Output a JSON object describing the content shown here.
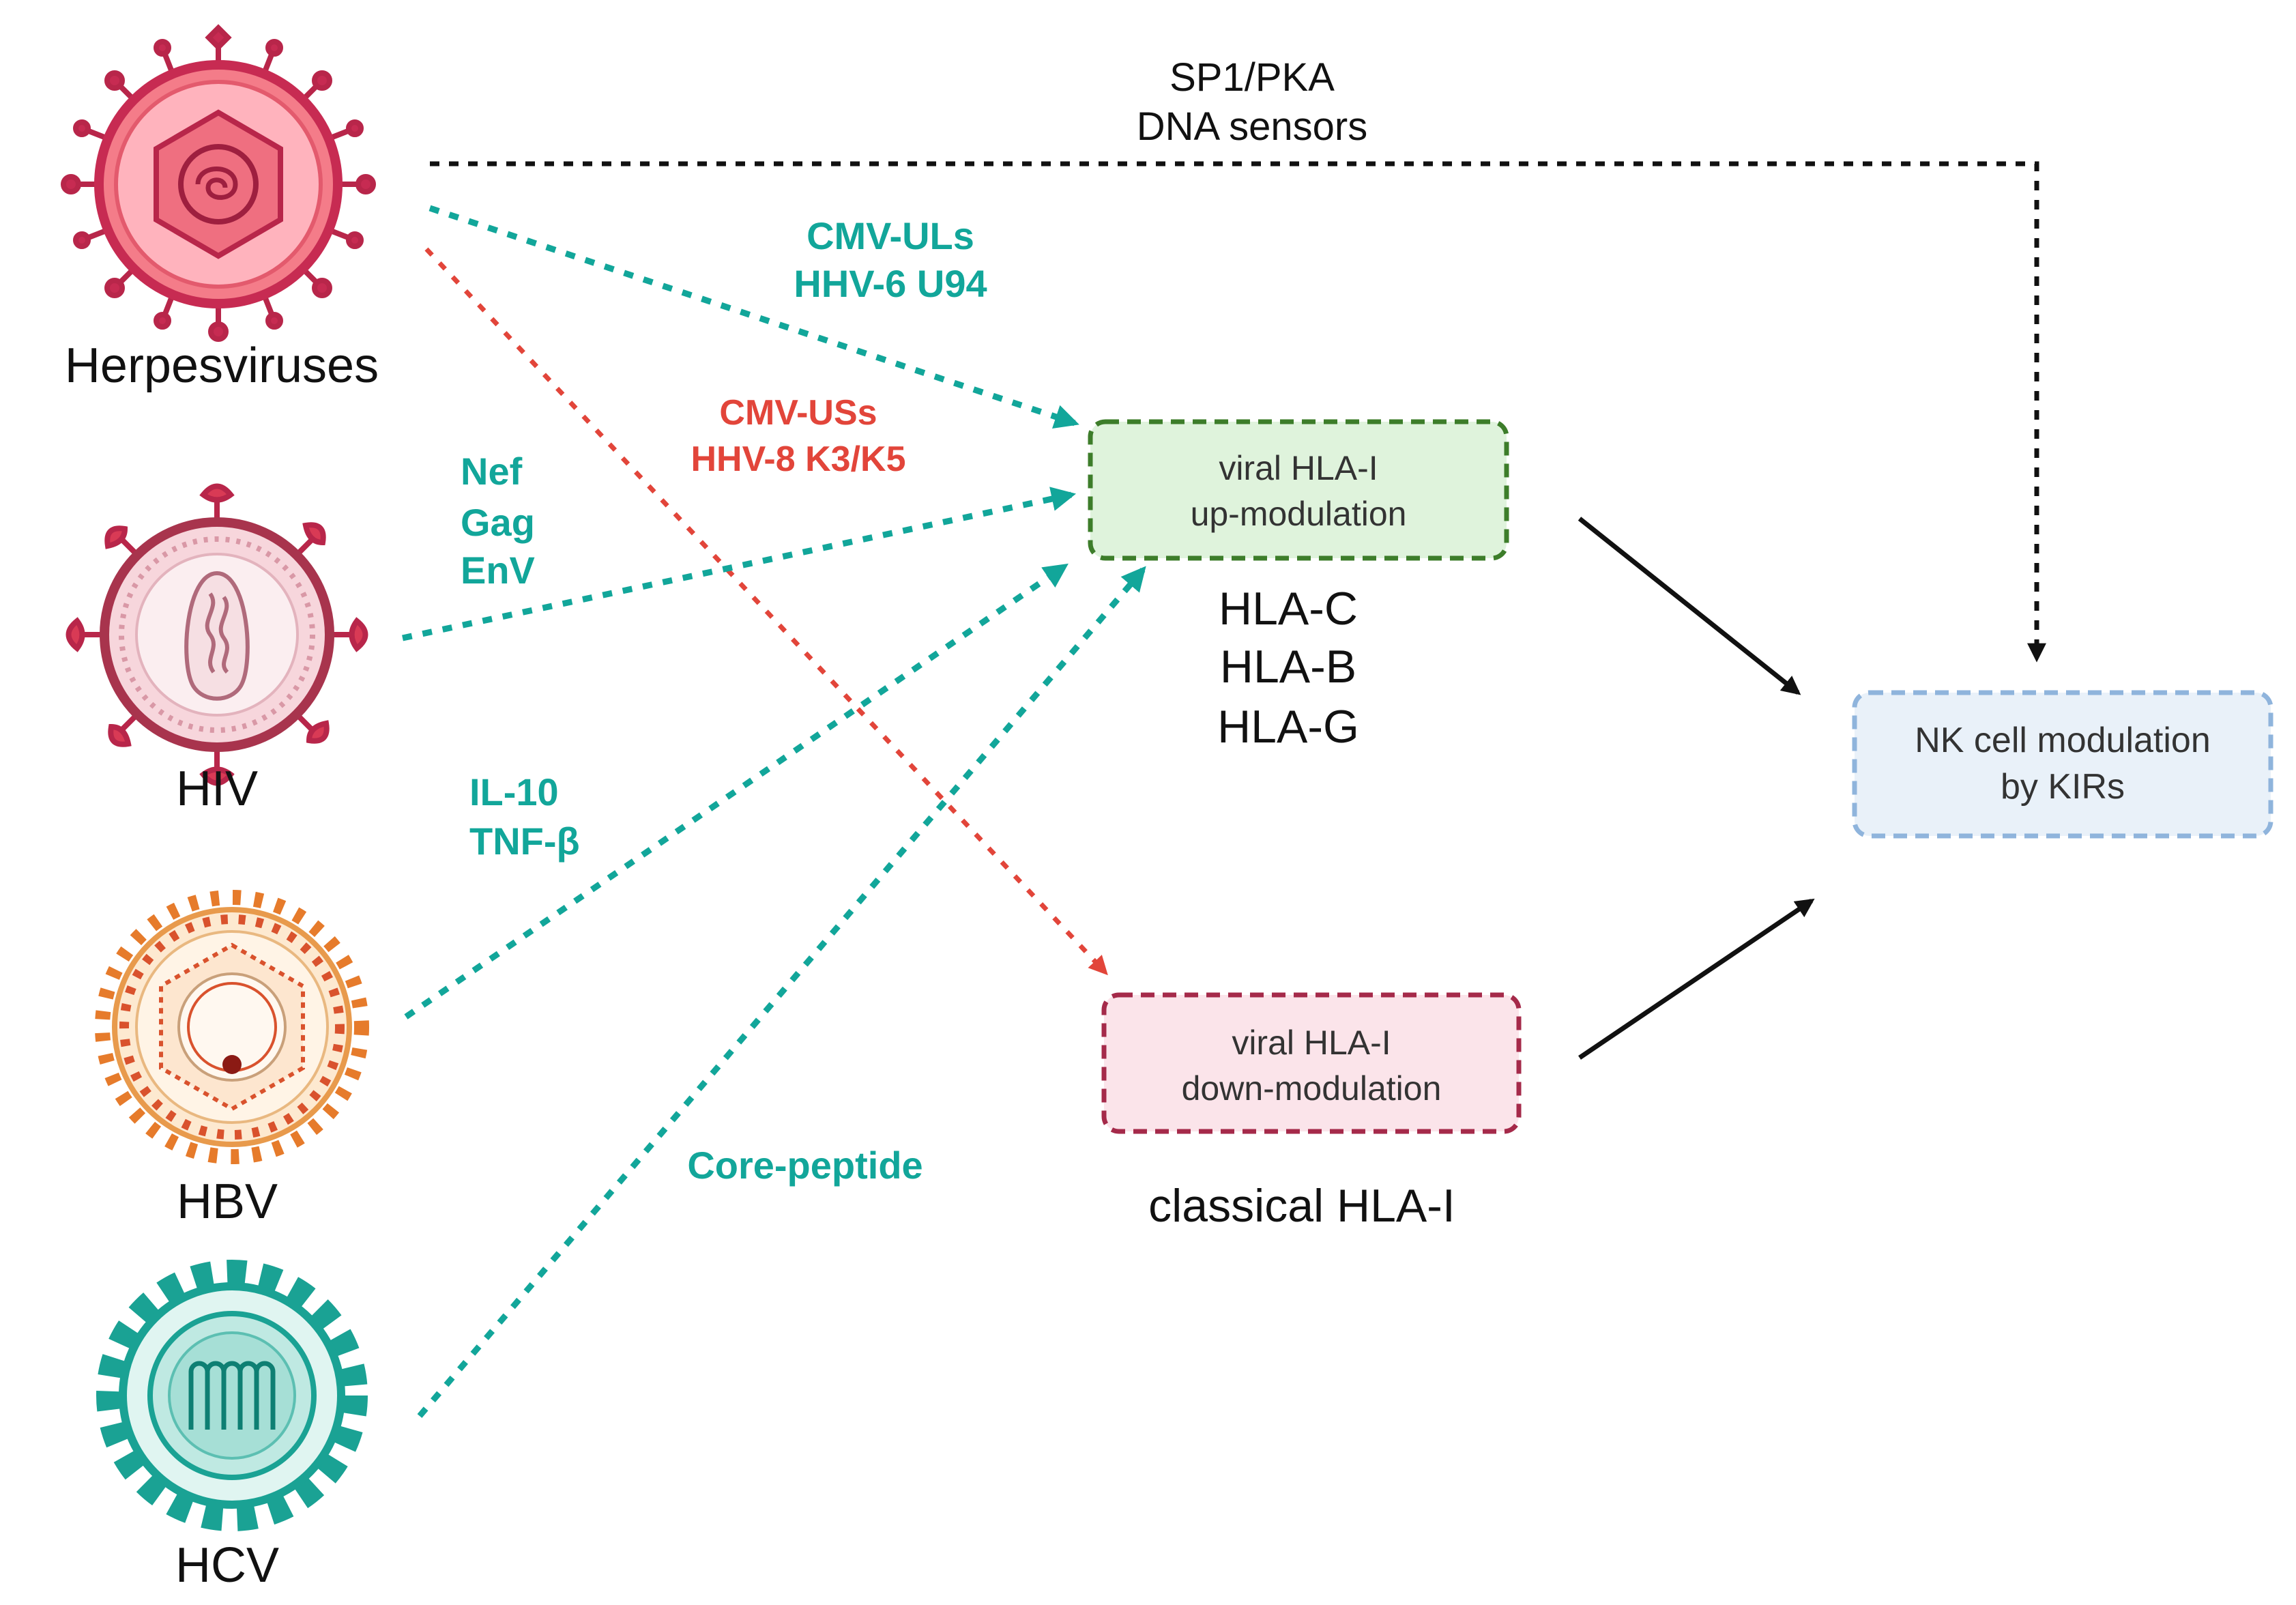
{
  "colors": {
    "teal": "#12a69a",
    "red": "#e2453a",
    "black": "#111111",
    "up_box_fill": "#dff3dc",
    "up_box_stroke": "#3d7d2a",
    "down_box_fill": "#fbe4ea",
    "down_box_stroke": "#a52a4a",
    "nk_box_fill": "#e9f1f9",
    "nk_box_stroke": "#8fb4dc"
  },
  "viruses": {
    "herpes": {
      "label": "Herpesviruses",
      "icon": "herpesvirus-icon"
    },
    "hiv": {
      "label": "HIV",
      "icon": "hiv-icon"
    },
    "hbv": {
      "label": "HBV",
      "icon": "hbv-icon"
    },
    "hcv": {
      "label": "HCV",
      "icon": "hcv-icon"
    }
  },
  "pathways": {
    "sp1_pka": "SP1/PKA",
    "dna_sensors": "DNA sensors",
    "cmv_uls": "CMV-ULs",
    "hhv6_u94": "HHV-6 U94",
    "cmv_uss": "CMV-USs",
    "hhv8_k3k5": "HHV-8 K3/K5",
    "nef": "Nef",
    "gag": "Gag",
    "env": "EnV",
    "il10": "IL-10",
    "tnf_beta": "TNF-β",
    "core_peptide": "Core-peptide"
  },
  "boxes": {
    "up": {
      "line1": "viral HLA-I",
      "line2": "up-modulation"
    },
    "down": {
      "line1": "viral HLA-I",
      "line2": "down-modulation"
    },
    "nk": {
      "line1": "NK cell modulation",
      "line2": "by KIRs"
    }
  },
  "hla": {
    "c": "HLA-C",
    "b": "HLA-B",
    "g": "HLA-G",
    "classical": "classical HLA-I"
  }
}
